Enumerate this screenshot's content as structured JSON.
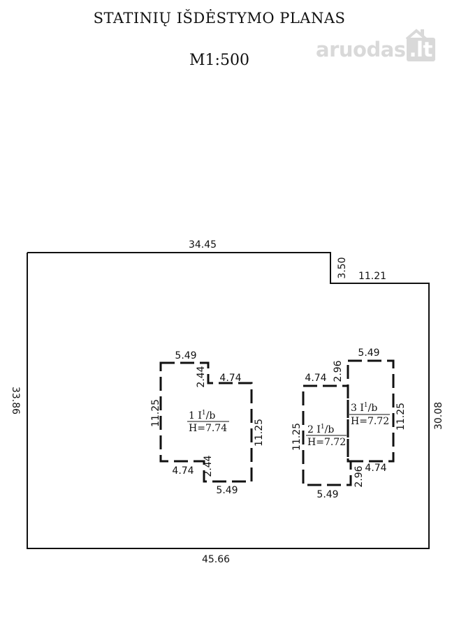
{
  "title": "STATINIŲ IŠDĖSTYMO PLANAS",
  "scale": "M1:500",
  "watermark": {
    "text": "aruodas",
    "domain": ".lt",
    "icon": "house-icon"
  },
  "plot_dims": {
    "top": "34.45",
    "step": "3.50",
    "top_right": "11.21",
    "left": "33.86",
    "right": "30.08",
    "bottom": "45.66"
  },
  "building1": {
    "label_top": "1  I",
    "label_sup": "1",
    "label_suffix": "/b",
    "label_bottom": "H=7.74",
    "dims": {
      "top": "5.49",
      "notch_top": "2.44",
      "mid_top": "4.74",
      "left": "11.25",
      "right": "11.25",
      "mid_bottom": "4.74",
      "notch_bottom": "2.44",
      "bottom": "5.49"
    }
  },
  "building2": {
    "label_top": "2  I",
    "label_sup": "1",
    "label_suffix": "/b",
    "label_bottom": "H=7.72",
    "dims": {
      "top": "4.74",
      "left": "11.25",
      "bottom": "5.49",
      "notch": "2.96"
    }
  },
  "building3": {
    "label_top": "3  I",
    "label_sup": "1",
    "label_suffix": "/b",
    "label_bottom": "H=7.72",
    "dims": {
      "notch": "2.96",
      "top": "5.49",
      "right": "11.25",
      "bottom": "4.74"
    }
  }
}
